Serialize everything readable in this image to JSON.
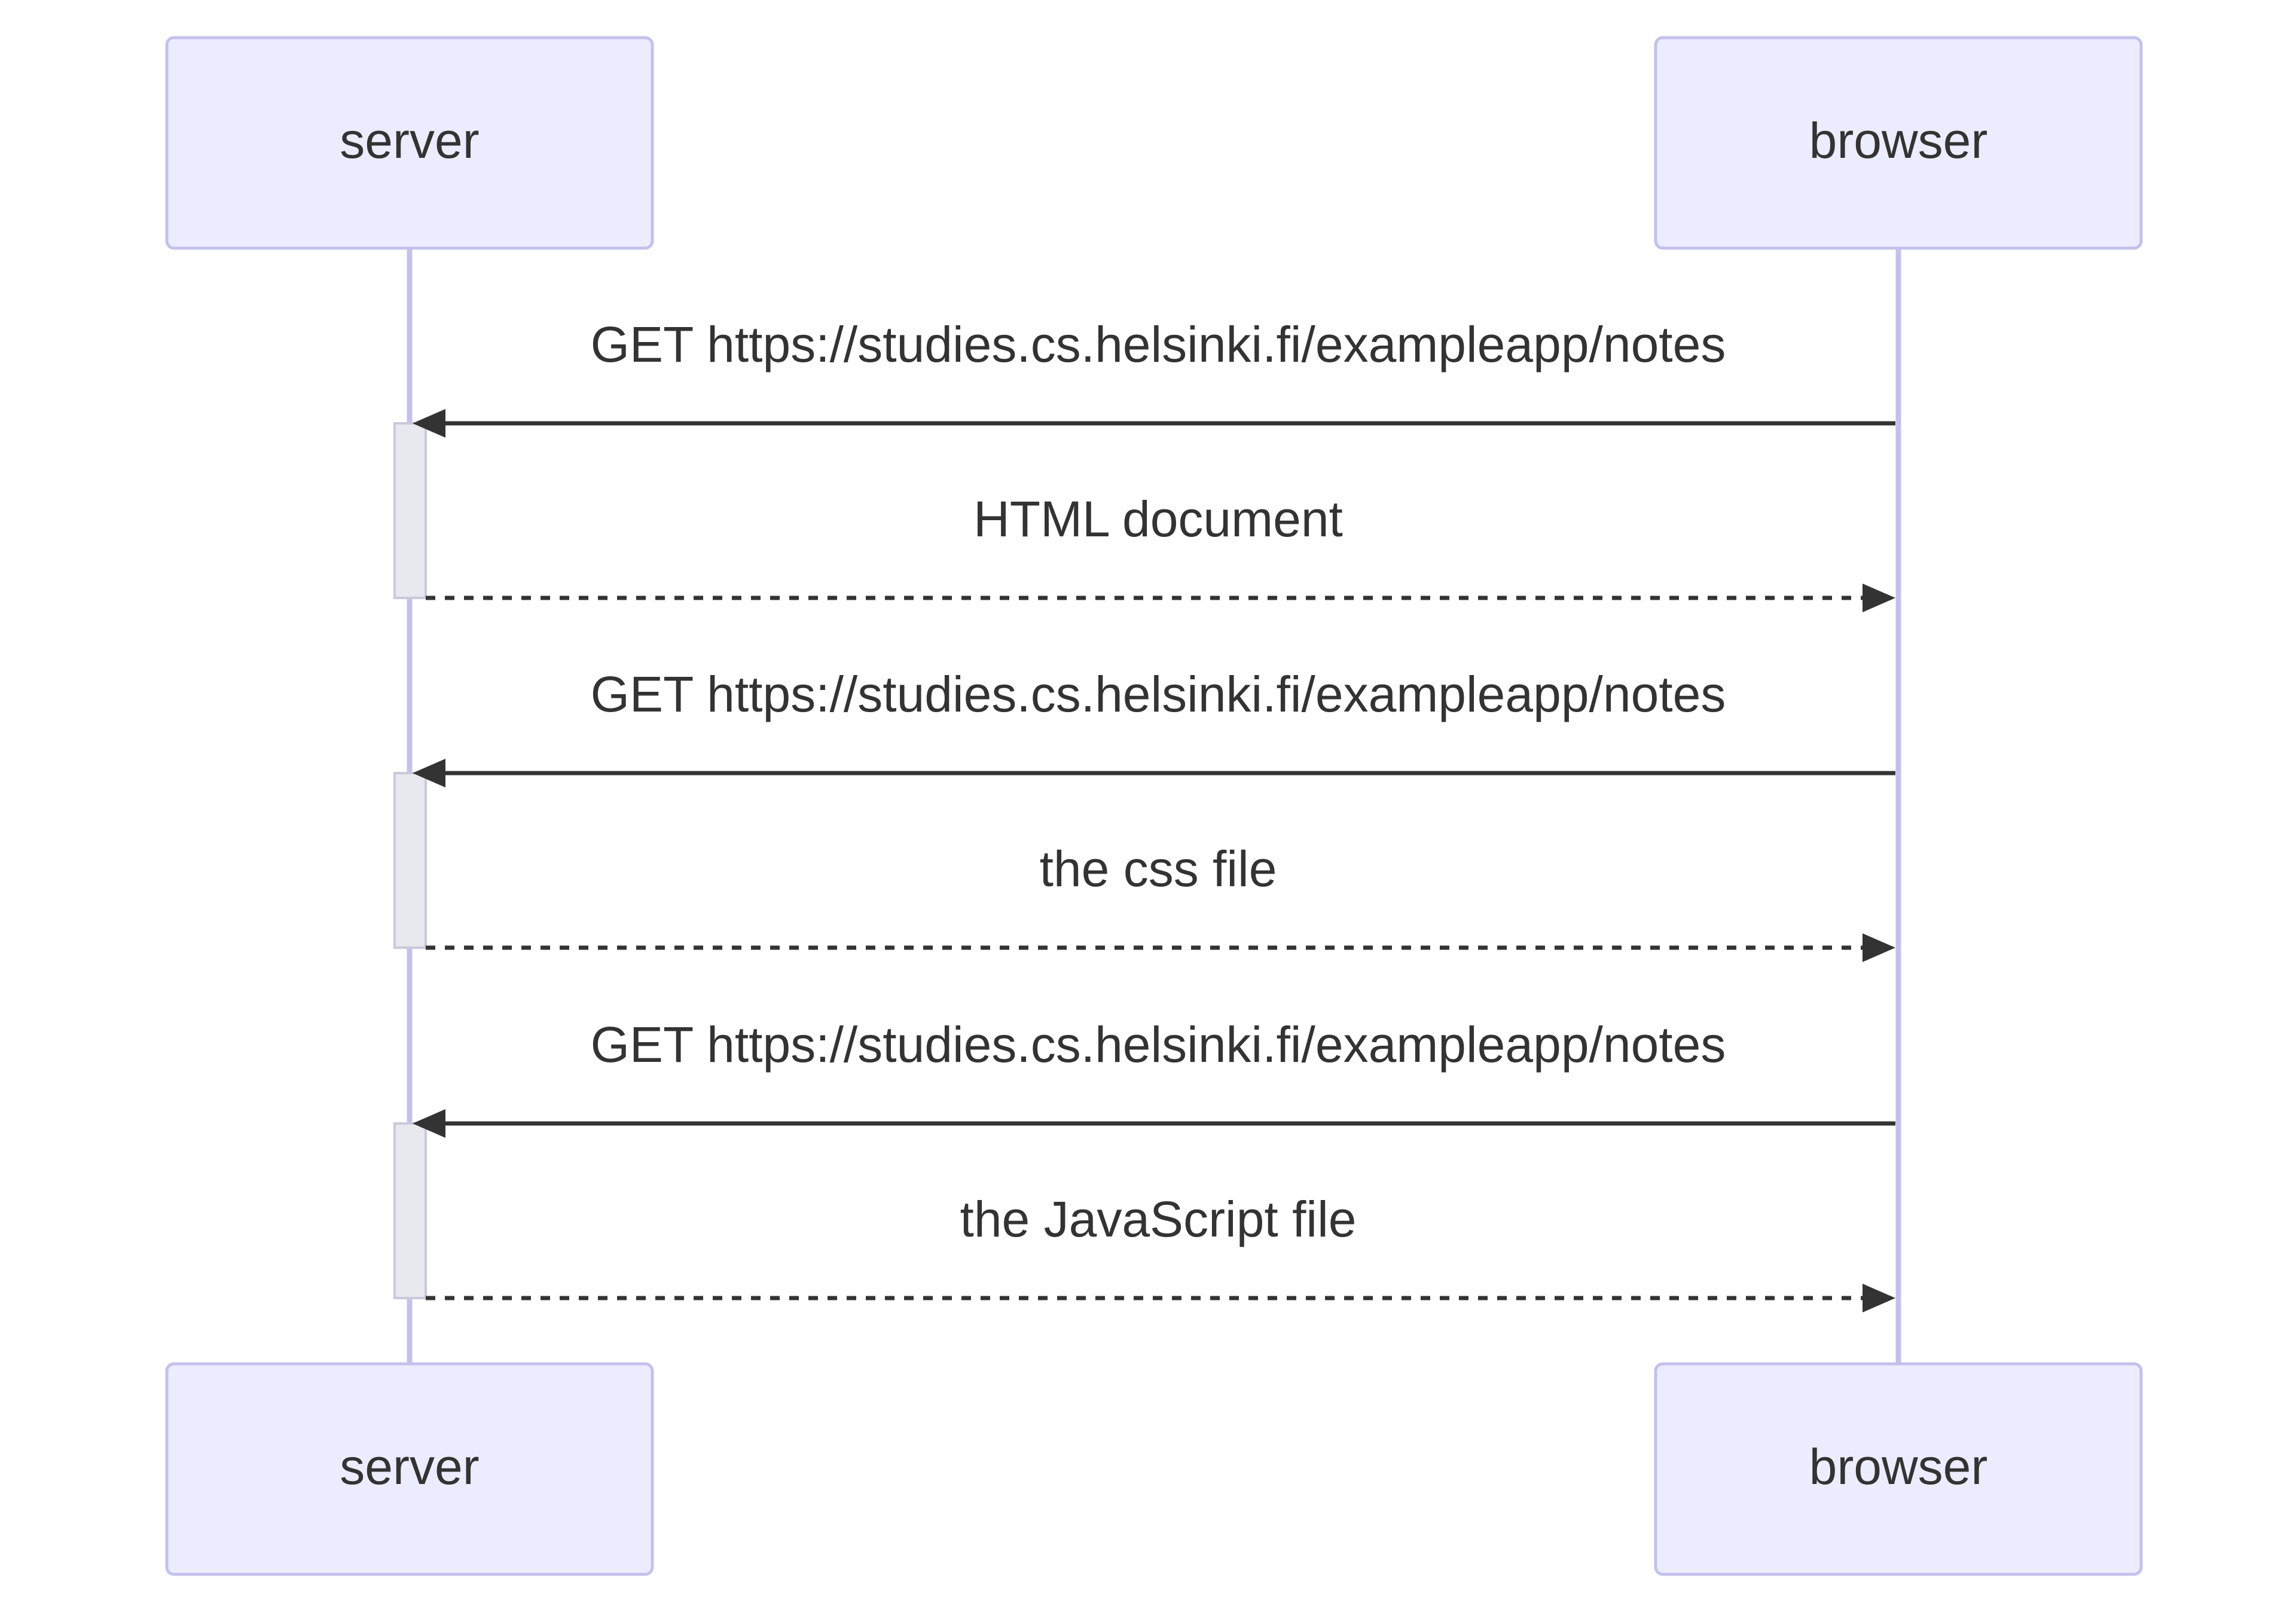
{
  "diagram": {
    "type": "sequence",
    "participants": [
      {
        "id": "server",
        "label": "server"
      },
      {
        "id": "browser",
        "label": "browser"
      }
    ],
    "messages": [
      {
        "from": "browser",
        "to": "server",
        "label": "GET https://studies.cs.helsinki.fi/exampleapp/notes",
        "style": "solid"
      },
      {
        "from": "server",
        "to": "browser",
        "label": "HTML document",
        "style": "dashed"
      },
      {
        "from": "browser",
        "to": "server",
        "label": "GET https://studies.cs.helsinki.fi/exampleapp/notes",
        "style": "solid"
      },
      {
        "from": "server",
        "to": "browser",
        "label": "the css file",
        "style": "dashed"
      },
      {
        "from": "browser",
        "to": "server",
        "label": "GET https://studies.cs.helsinki.fi/exampleapp/notes",
        "style": "solid"
      },
      {
        "from": "server",
        "to": "browser",
        "label": "the JavaScript file",
        "style": "dashed"
      }
    ],
    "colors": {
      "actor_fill": "#ececff",
      "actor_border": "#c3c1ec",
      "lifeline": "#c3c1ec",
      "activation_fill": "#e8e8ef",
      "line": "#333333",
      "text": "#333333"
    }
  }
}
